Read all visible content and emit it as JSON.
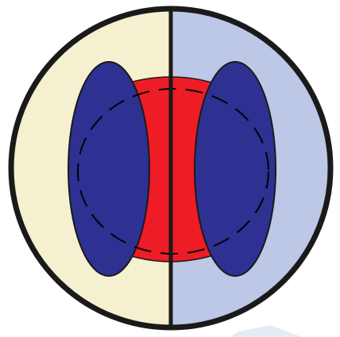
{
  "diagram": {
    "description_labels": [],
    "colors": {
      "left_half_fill": "#f5f0cf",
      "right_half_fill": "#bdc7e6",
      "outline": "#1a1a1a",
      "center_region_fill": "#ee1c25",
      "lobe_fill": "#2e3192",
      "dash_stroke": "#000000",
      "reflection_fill": "#e6ecf5"
    },
    "parts": [
      "outer-circle",
      "left-half",
      "right-half",
      "center-region",
      "left-lobe",
      "right-lobe",
      "dashed-outline",
      "vertical-divider"
    ]
  }
}
